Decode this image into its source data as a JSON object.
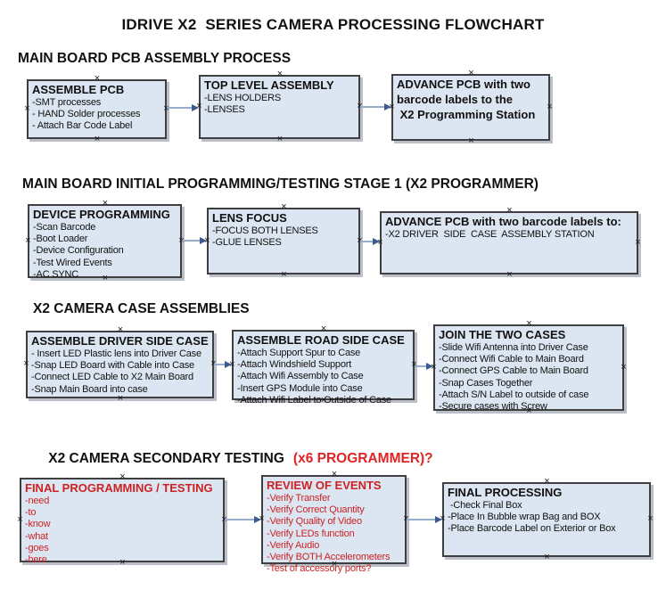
{
  "title": "IDRIVE X2  SERIES CAMERA PROCESSING FLOWCHART",
  "colors": {
    "box_fill": "#dce6f2",
    "box_border": "#3f3f3f",
    "red_text": "#cc2222",
    "heading_red": "#e02424",
    "connector_line": "#97accb",
    "connector_arrowhead": "#3c5a8e"
  },
  "sections": [
    {
      "heading": "MAIN BOARD PCB ASSEMBLY PROCESS",
      "boxes": [
        {
          "header": "ASSEMBLE PCB",
          "items": [
            "-SMT processes",
            "- HAND Solder processes",
            "- Attach Bar Code Label"
          ]
        },
        {
          "header": "TOP LEVEL ASSEMBLY",
          "items": [
            "-LENS HOLDERS",
            "-LENSES"
          ]
        },
        {
          "header": "ADVANCE PCB with two",
          "items": [
            "barcode labels to the",
            " X2 Programming Station"
          ]
        }
      ]
    },
    {
      "heading": "MAIN BOARD INITIAL PROGRAMMING/TESTING STAGE 1 (X2 PROGRAMMER)",
      "boxes": [
        {
          "header": "DEVICE PROGRAMMING",
          "items": [
            "-Scan Barcode",
            "-Boot Loader",
            "-Device Configuration",
            "-Test Wired Events",
            "-AC SYNC"
          ]
        },
        {
          "header": "LENS FOCUS",
          "items": [
            "-FOCUS BOTH LENSES",
            "-GLUE LENSES"
          ]
        },
        {
          "header": "ADVANCE PCB with two barcode labels to:",
          "items": [
            "-X2 DRIVER  SIDE  CASE  ASSEMBLY STATION"
          ]
        }
      ]
    },
    {
      "heading": "X2 CAMERA CASE ASSEMBLIES",
      "boxes": [
        {
          "header": "ASSEMBLE DRIVER SIDE CASE",
          "items": [
            "- Insert LED Plastic lens into Driver Case",
            "-Snap LED Board with Cable into Case",
            "-Connect LED Cable to X2 Main Board",
            "-Snap Main Board into case"
          ]
        },
        {
          "header": "ASSEMBLE ROAD SIDE CASE",
          "items": [
            "-Attach Support Spur to Case",
            "-Attach Windshield Support",
            "-Attach Wifi Assembly to Case",
            "-Insert GPS Module into Case",
            "-Attach Wifi Label to Outside of Case"
          ]
        },
        {
          "header": "JOIN THE TWO CASES",
          "items": [
            "-Slide Wifi Antenna into Driver Case",
            "-Connect Wifi Cable to Main Board",
            "-Connect GPS Cable to Main Board",
            "-Snap Cases Together",
            "-Attach S/N Label to outside of case",
            "-Secure cases with Screw"
          ]
        }
      ]
    },
    {
      "heading": "X2 CAMERA SECONDARY TESTING",
      "heading_red": "(x6 PROGRAMMER)?",
      "boxes": [
        {
          "header": "FINAL PROGRAMMING / TESTING",
          "items": [
            "-need",
            "-to",
            "-know",
            "-what",
            "-goes",
            "-here"
          ]
        },
        {
          "header": "REVIEW OF EVENTS",
          "items": [
            "-Verify Transfer",
            "-Verify Correct Quantity",
            "-Verify Quality of Video",
            "-Verify LEDs function",
            "-Verify Audio",
            "-Verify BOTH Accelerometers",
            "-Test of accessory ports?"
          ]
        },
        {
          "header": "FINAL PROCESSING",
          "items": [
            " -Check Final Box",
            "-Place In Bubble wrap Bag and BOX",
            "-Place Barcode Label on Exterior or Box"
          ]
        }
      ]
    }
  ]
}
